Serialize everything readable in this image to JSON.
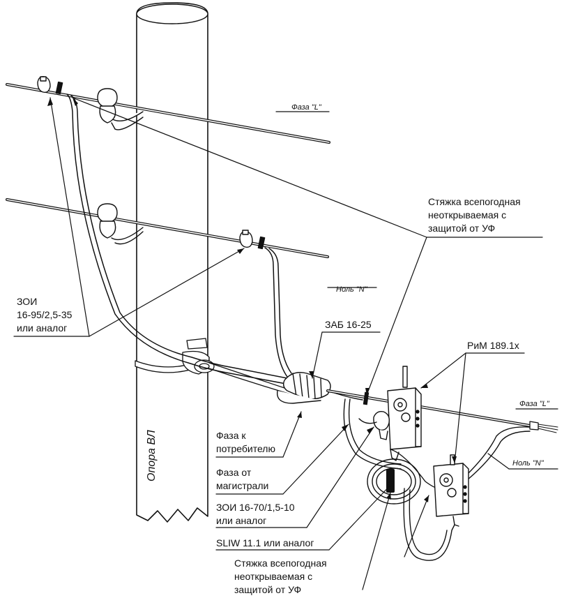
{
  "wire_labels": {
    "phase_top": "Фаза \"L\"",
    "neutral_mid": "Ноль \"N\"",
    "phase_right": "Фаза \"L\"",
    "neutral_right": "Ноль \"N\""
  },
  "pole_label": "Опора ВЛ",
  "callouts": {
    "tie_top": [
      "Стяжка всепогодная",
      "неоткрываемая с",
      "защитой от УФ"
    ],
    "zoi_top": [
      "ЗОИ",
      "16-95/2,5-35",
      "или аналог"
    ],
    "zab": "ЗАБ 16-25",
    "rim": "РиМ 189.1х",
    "phase_to_consumer": [
      "Фаза к",
      "потребителю"
    ],
    "phase_from_main": [
      "Фаза от",
      "магистрали"
    ],
    "zoi_bottom": [
      "ЗОИ 16-70/1,5-10",
      "или аналог"
    ],
    "sliw": "SLIW 11.1 или аналог",
    "tie_bottom": [
      "Стяжка всепогодная",
      "неоткрываемая с",
      "защитой от УФ"
    ]
  }
}
